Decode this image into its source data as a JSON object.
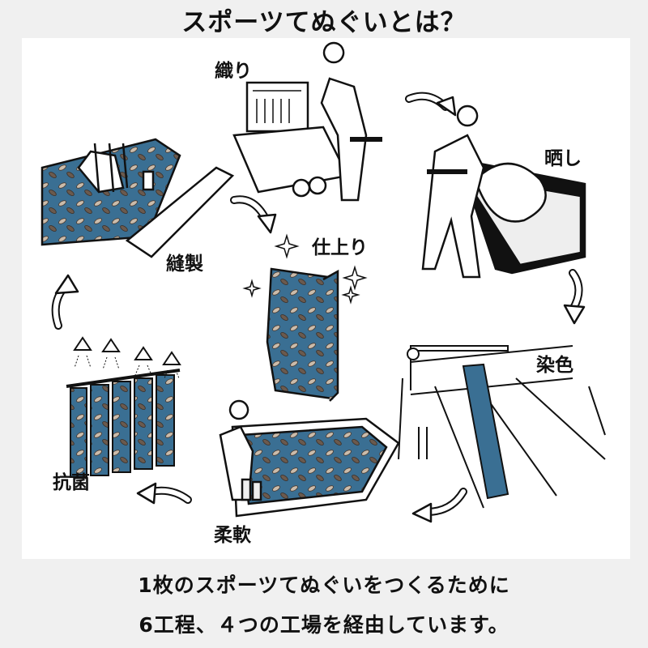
{
  "title": "スポーツてぬぐいとは？",
  "steps": {
    "weaving": "織り",
    "bleaching": "晒し",
    "dyeing": "染色",
    "softening": "柔軟",
    "antibacterial": "抗菌",
    "sewing": "縫製",
    "finished": "仕上り"
  },
  "caption": {
    "line1": "1枚のスポーツてぬぐいをつくるために",
    "line2": "6工程、４つの工場を経由しています。"
  },
  "colors": {
    "fabric": "#3a6f93",
    "leaf_dark": "#6b5a4e",
    "leaf_light": "#cbbcab",
    "background": "#f0f0f0"
  }
}
